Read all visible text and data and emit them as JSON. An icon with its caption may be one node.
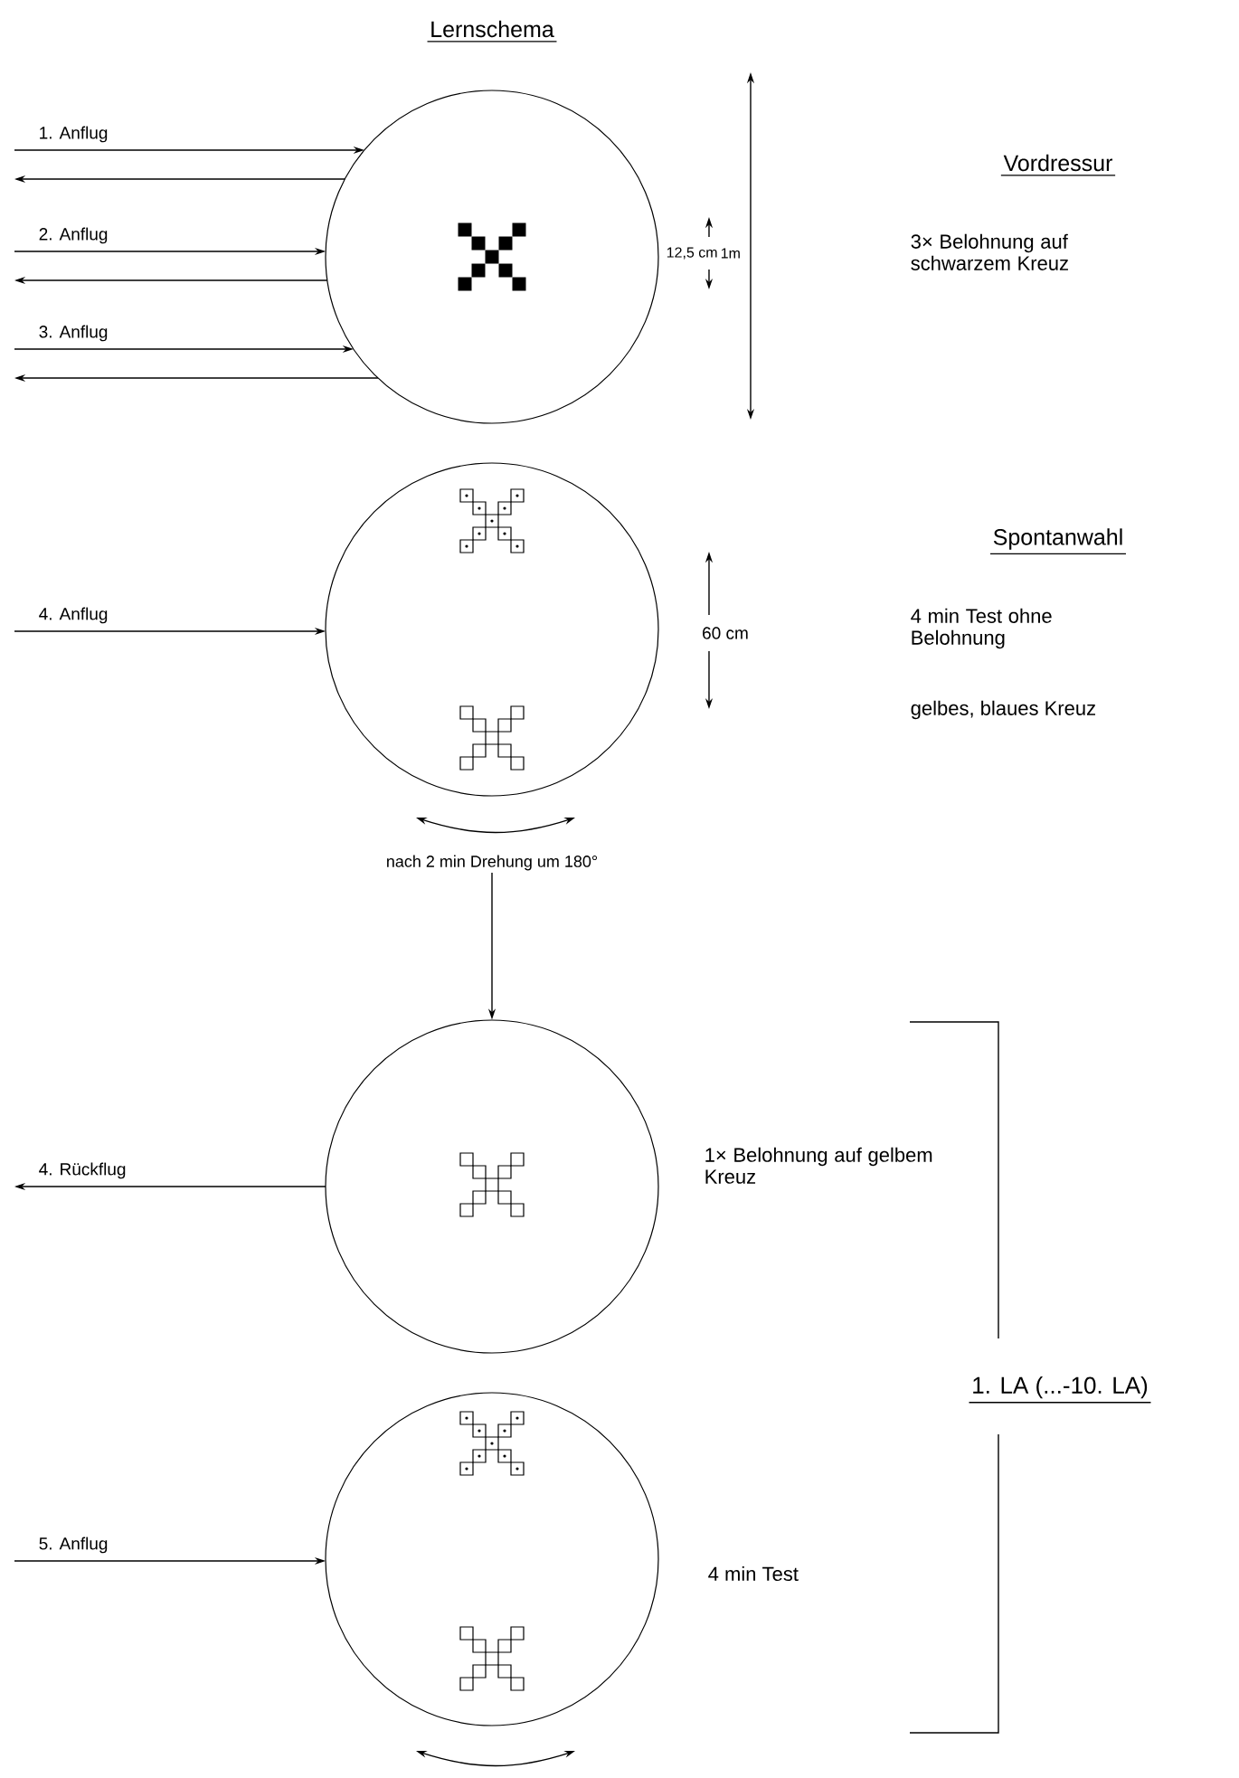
{
  "diagram": {
    "nodes": [
      {
        "text": [],
        "shape": "circle"
      },
      {
        "text": [],
        "shape": "circle",
        "beside": [
          "nach 2 min Drehung um 180°"
        ]
      },
      {
        "text": [],
        "shape": "circle"
      },
      {
        "text": [],
        "shape": "circle"
      }
    ],
    "edges": [
      {
        "from": null,
        "to": 0,
        "arrow": "to",
        "label": "1. Anflug"
      },
      {
        "from": 0,
        "to": null,
        "arrow": "to"
      },
      {
        "from": null,
        "to": 0,
        "arrow": "to",
        "label": "2. Anflug"
      },
      {
        "from": 0,
        "to": null,
        "arrow": "to"
      },
      {
        "from": null,
        "to": 0,
        "arrow": "to",
        "label": "3. Anflug"
      },
      {
        "from": 0,
        "to": null,
        "arrow": "to"
      },
      {
        "from": null,
        "to": 1,
        "arrow": "to",
        "label": "4. Anflug"
      },
      {
        "from": 1,
        "to": 2,
        "arrow": "to"
      },
      {
        "from": 2,
        "to": null,
        "arrow": "to",
        "label": "4. Rückflug"
      },
      {
        "from": null,
        "to": 3,
        "arrow": "to",
        "label": "5. Anflug"
      }
    ],
    "labels": [
      "Lernschema",
      "12,5 cm",
      "1m",
      "Vordressur",
      "3× Belohnung auf schwarzem Kreuz",
      "60 cm",
      "Spontanwahl",
      "4 min Test ohne Belohnung",
      "gelbes, blaues Kreuz",
      "1× Belohnung auf gelbem Kreuz",
      "4 min Test",
      "1. LA (...-10. LA)"
    ]
  }
}
